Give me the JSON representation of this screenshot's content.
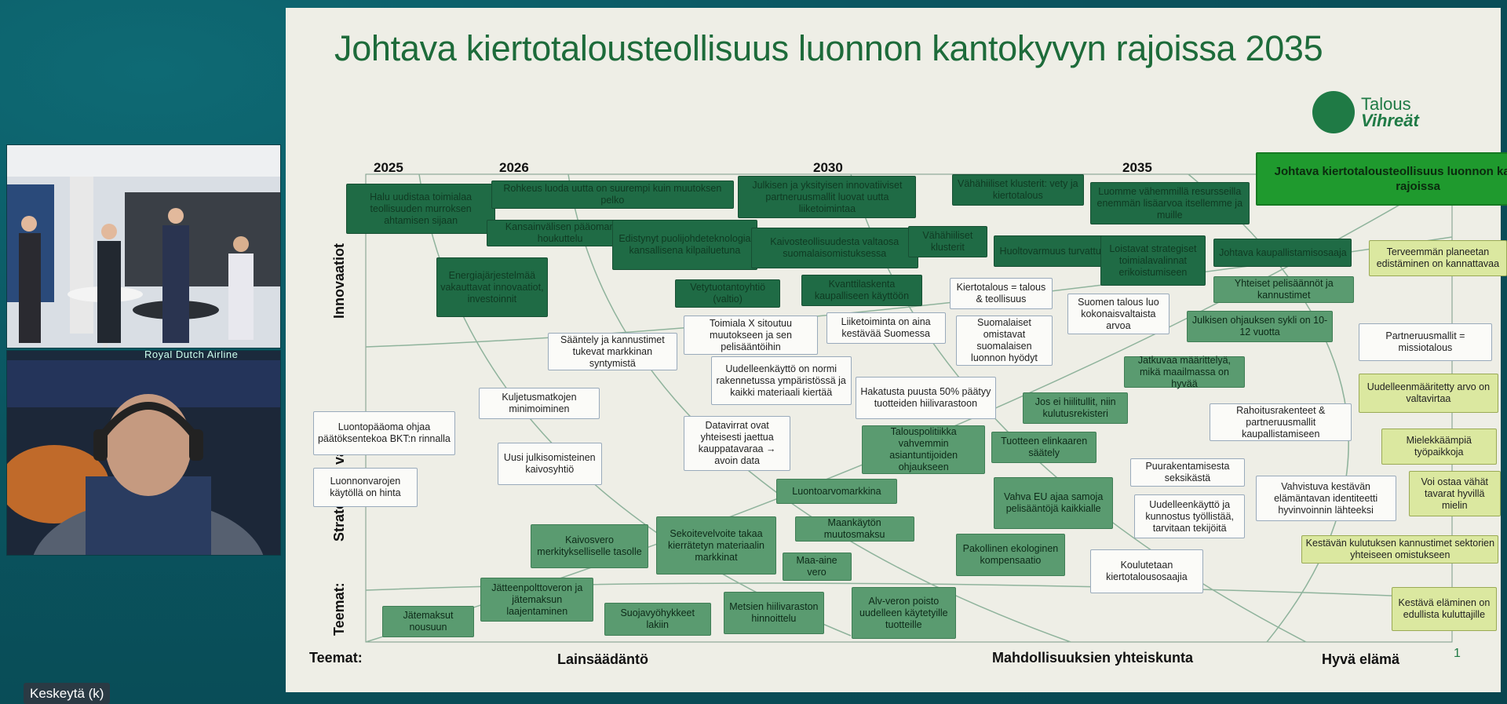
{
  "slide": {
    "title": "Johtava kiertotalousteollisuus luonnon kantokyvyn rajoissa 2035",
    "logo": {
      "line1": "Talous",
      "line2": "Vihreät"
    },
    "years": [
      "2025",
      "2026",
      "2030",
      "2035"
    ],
    "rows": [
      "Innovaatiot",
      "Strategiset valinnat",
      "Teemat:"
    ],
    "themes": [
      "Teemat:",
      "Lainsäädäntö",
      "Mahdollisuuksien yhteiskunta",
      "Hyvä elämä"
    ],
    "page_number": "1",
    "goal": "Johtava kiertotalousteollisuus luonnon kantokyvyn rajoissa",
    "boxes": [
      "Halu uudistaa toimialaa teollisuuden murroksen ahtamisen sijaan",
      "Rohkeus luoda uutta on suurempi kuin muutoksen pelko",
      "Julkisen ja yksityisen innovatiiviset partneruusmallit luovat uutta liiketoimintaa",
      "Vähähiiliset klusterit: vety ja kiertotalous",
      "Luomme vähemmillä resursseilla enemmän lisäarvoa itsellemme ja muille",
      "Kansainvälisen pääoman houkuttelu",
      "Edistynyt puolijohdeteknologia kansallisena kilpailuetuna",
      "Kaivosteollisuudesta valtaosa suomalaisomistuksessa",
      "Vähähiiliset klusterit",
      "Huoltovarmuus turvattu",
      "Loistavat strategiset toimialavalinnat erikoistumiseen",
      "Johtava kaupallistamisosaaja",
      "Terveemmän planeetan edistäminen on kannattavaa",
      "Energiajärjestelmää vakauttavat innovaatiot, investoinnit",
      "Vetytuotantoyhtiö (valtio)",
      "Kvanttilaskenta kaupalliseen käyttöön",
      "Kiertotalous = talous & teollisuus",
      "Yhteiset pelisäännöt ja kannustimet",
      "Suomen talous luo kokonaisvaltaista arvoa",
      "Toimiala X sitoutuu muutokseen ja sen pelisääntöihin",
      "Liiketoiminta on aina kestävää Suomessa",
      "Suomalaiset omistavat suomalaisen luonnon hyödyt",
      "Julkisen ohjauksen sykli on 10-12 vuotta",
      "Partneruusmallit = missiotalous",
      "Sääntely ja kannustimet tukevat markkinan syntymistä",
      "Uudelleenkäyttö on normi rakennetussa ympäristössä ja kaikki materiaali kiertää",
      "Jatkuvaa määrittelyä, mikä maailmassa on hyvää",
      "Uudelleenmääritetty arvo on valtavirtaa",
      "Kuljetusmatkojen minimoiminen",
      "Hakatusta puusta 50% päätyy tuotteiden hiilivarastoon",
      "Jos ei hiilitullit, niin kulutusrekisteri",
      "Rahoitusrakenteet & partneruusmallit kaupallistamiseen",
      "Luontopääoma ohjaa päätöksentekoa BKT:n rinnalla",
      "Datavirrat ovat yhteisesti jaettua kauppatavaraa → avoin data",
      "Talouspolitiikka vahvemmin asiantuntijoiden ohjaukseen",
      "Tuotteen elinkaaren säätely",
      "Mielekkäämpiä työpaikkoja",
      "Uusi julkisomisteinen kaivosyhtiö",
      "Puurakentamisesta seksikästä",
      "Luonnonvarojen käytöllä on hinta",
      "Vahvistuva kestävän elämäntavan identiteetti hyvinvoinnin lähteeksi",
      "Voi ostaa vähät tavarat hyvillä mielin",
      "Luontoarvomarkkina",
      "Vahva EU ajaa samoja pelisääntöjä kaikkialle",
      "Uudelleenkäyttö ja kunnostus työllistää, tarvitaan tekijöitä",
      "Kaivosvero merkitykselliselle tasolle",
      "Sekoitevelvoite takaa kierrätetyn materiaalin markkinat",
      "Maankäytön muutosmaksu",
      "Pakollinen ekologinen kompensaatio",
      "Kestävän kulutuksen kannustimet sektorien yhteiseen omistukseen",
      "Maa-aine vero",
      "Koulutetaan kiertotalousosaajia",
      "Jätteenpolttoveron ja jätemaksun laajentaminen",
      "Suojavyöhykkeet lakiin",
      "Metsien hiilivaraston hinnoittelu",
      "Alv-veron poisto uudelleen käytetyille tuotteille",
      "Kestävä eläminen on edullista kuluttajille",
      "Jätemaksut nousuun"
    ]
  },
  "webcam": {
    "banner": "Royal Dutch Airline"
  },
  "controls": {
    "pause_label": "Keskeytä (k)"
  }
}
